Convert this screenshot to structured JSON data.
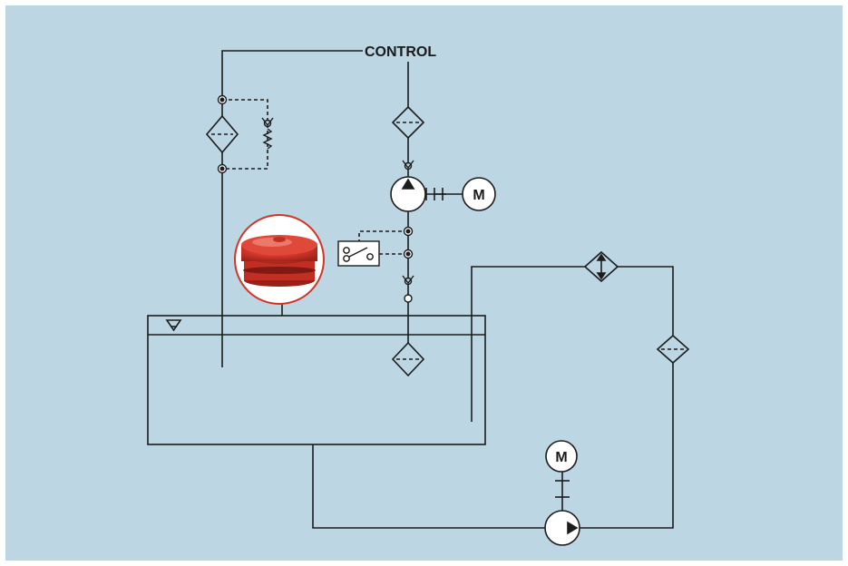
{
  "colors": {
    "panel": "#bcd6e4",
    "line": "#1c1c1c",
    "cap_red": "#d8392c",
    "cap_dark": "#a8261c",
    "cap_highlight": "#f08a7c",
    "photo_bg": "#ffffff"
  },
  "labels": {
    "control": "CONTROL",
    "motor_top": "M",
    "motor_bottom": "M"
  },
  "icons": {
    "reservoir_level": "level-triangle-icon",
    "filter": "filter-diamond-icon",
    "check_valve": "check-valve-icon",
    "pressure_switch": "pressure-switch-icon",
    "heat_exchanger": "heat-exchanger-icon",
    "pump": "pump-icon",
    "motor": "motor-icon",
    "breather_cap": "breather-cap-photo"
  }
}
